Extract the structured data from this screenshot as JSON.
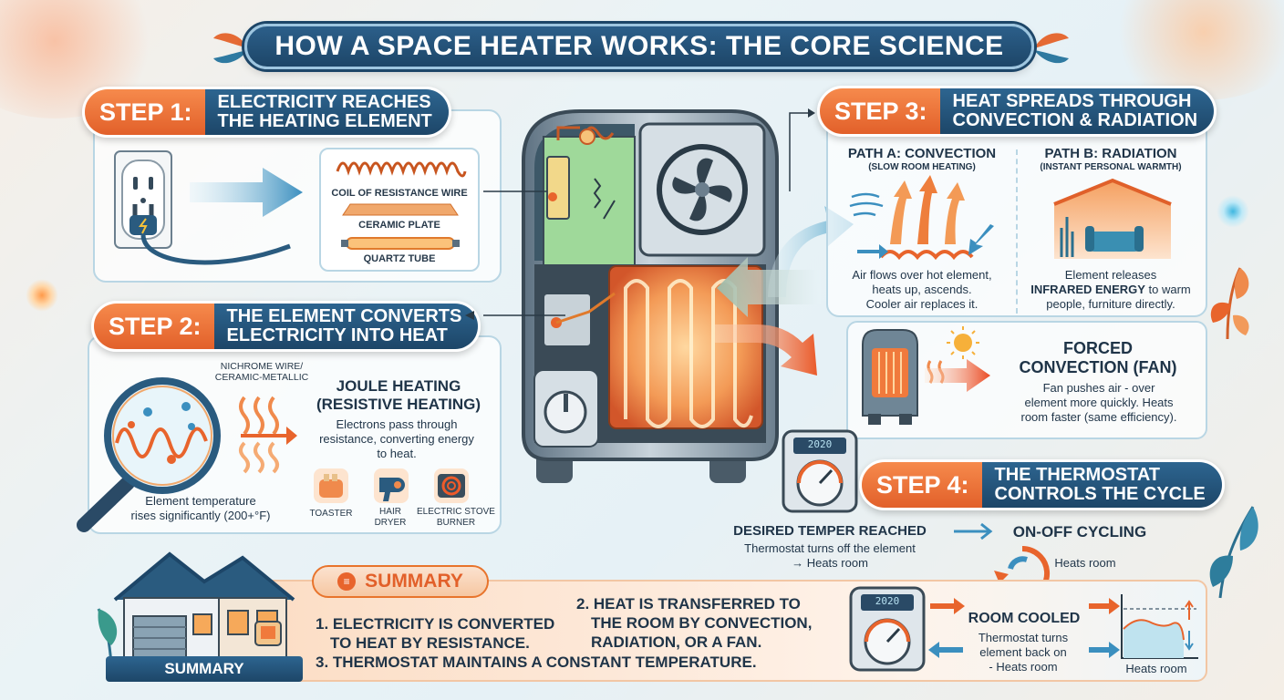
{
  "title": "HOW A SPACE HEATER WORKS: THE CORE SCIENCE",
  "step1": {
    "number": "STEP 1:",
    "title_line1": "ELECTRICITY REACHES",
    "title_line2": "THE HEATING ELEMENT",
    "labels": [
      "COIL OF RESISTANCE WIRE",
      "CERAMIC PLATE",
      "QUARTZ TUBE"
    ]
  },
  "step2": {
    "number": "STEP 2:",
    "title_line1": "THE ELEMENT CONVERTS",
    "title_line2": "ELECTRICITY INTO HEAT",
    "wire_label_line1": "NICHROME WIRE/",
    "wire_label_line2": "CERAMIC-METALLIC",
    "heading_line1": "JOULE HEATING",
    "heading_line2": "(RESISTIVE HEATING)",
    "desc_line1": "Electrons pass through",
    "desc_line2": "resistance, converting energy",
    "desc_line3": "to heat.",
    "temp_line1": "Element temperature",
    "temp_line2": "rises significantly (200+°F)",
    "examples": [
      {
        "line1": "TOASTER",
        "line2": ""
      },
      {
        "line1": "HAIR",
        "line2": "DRYER"
      },
      {
        "line1": "ELECTRIC STOVE",
        "line2": "BURNER"
      }
    ]
  },
  "step3": {
    "number": "STEP 3:",
    "title_line1": "HEAT SPREADS THROUGH",
    "title_line2": "CONVECTION & RADIATION",
    "path_a": {
      "title": "PATH A: CONVECTION",
      "subtitle": "(SLOW ROOM HEATING)",
      "desc_line1": "Air flows over hot element,",
      "desc_line2": "heats up, ascends.",
      "desc_line3": "Cooler air replaces it."
    },
    "path_b": {
      "title": "PATH B: RADIATION",
      "subtitle": "(INSTANT PERSONAL WARMTH)",
      "desc_line1": "Element releases",
      "desc_bold": "INFRARED ENERGY",
      "desc_after": " to warm",
      "desc_line3": "people, furniture directly."
    },
    "forced": {
      "title_line1": "FORCED",
      "title_line2": "CONVECTION (FAN)",
      "desc_line1": "Fan pushes air - over",
      "desc_line2": "element more quickly.  Heats",
      "desc_line3": "room faster (same efficiency)."
    }
  },
  "step4": {
    "number": "STEP 4:",
    "title_line1": "THE THERMOSTAT",
    "title_line2": "CONTROLS THE CYCLE",
    "display": "2020",
    "reached_title": "DESIRED TEMPER REACHED",
    "reached_line1": "Thermostat turns off the element",
    "reached_line2": "→ Heats room",
    "cycling_title": "ON-OFF CYCLING",
    "cycling_sub": "Heats room"
  },
  "summary": {
    "label": "SUMMARY",
    "house_label": "SUMMARY",
    "point1_line1": "1. ELECTRICITY IS CONVERTED",
    "point1_line2": "TO HEAT BY RESISTANCE.",
    "point2_line1": "2. HEAT IS TRANSFERRED TO",
    "point2_line2": "THE ROOM BY CONVECTION,",
    "point2_line3": "RADIATION, OR A FAN.",
    "point3": "3. THERMOSTAT MAINTAINS A CONSTANT TEMPERATURE.",
    "display": "2020",
    "cooled_title": "ROOM COOLED",
    "cooled_line1": "Thermostat turns",
    "cooled_line2": "element back on",
    "cooled_line3": "- Heats room",
    "graph_label": "Heats room"
  },
  "colors": {
    "navy": "#1d4668",
    "orange": "#e8642c",
    "teal": "#4a9fc4",
    "panel_border": "#b9d6e4"
  }
}
